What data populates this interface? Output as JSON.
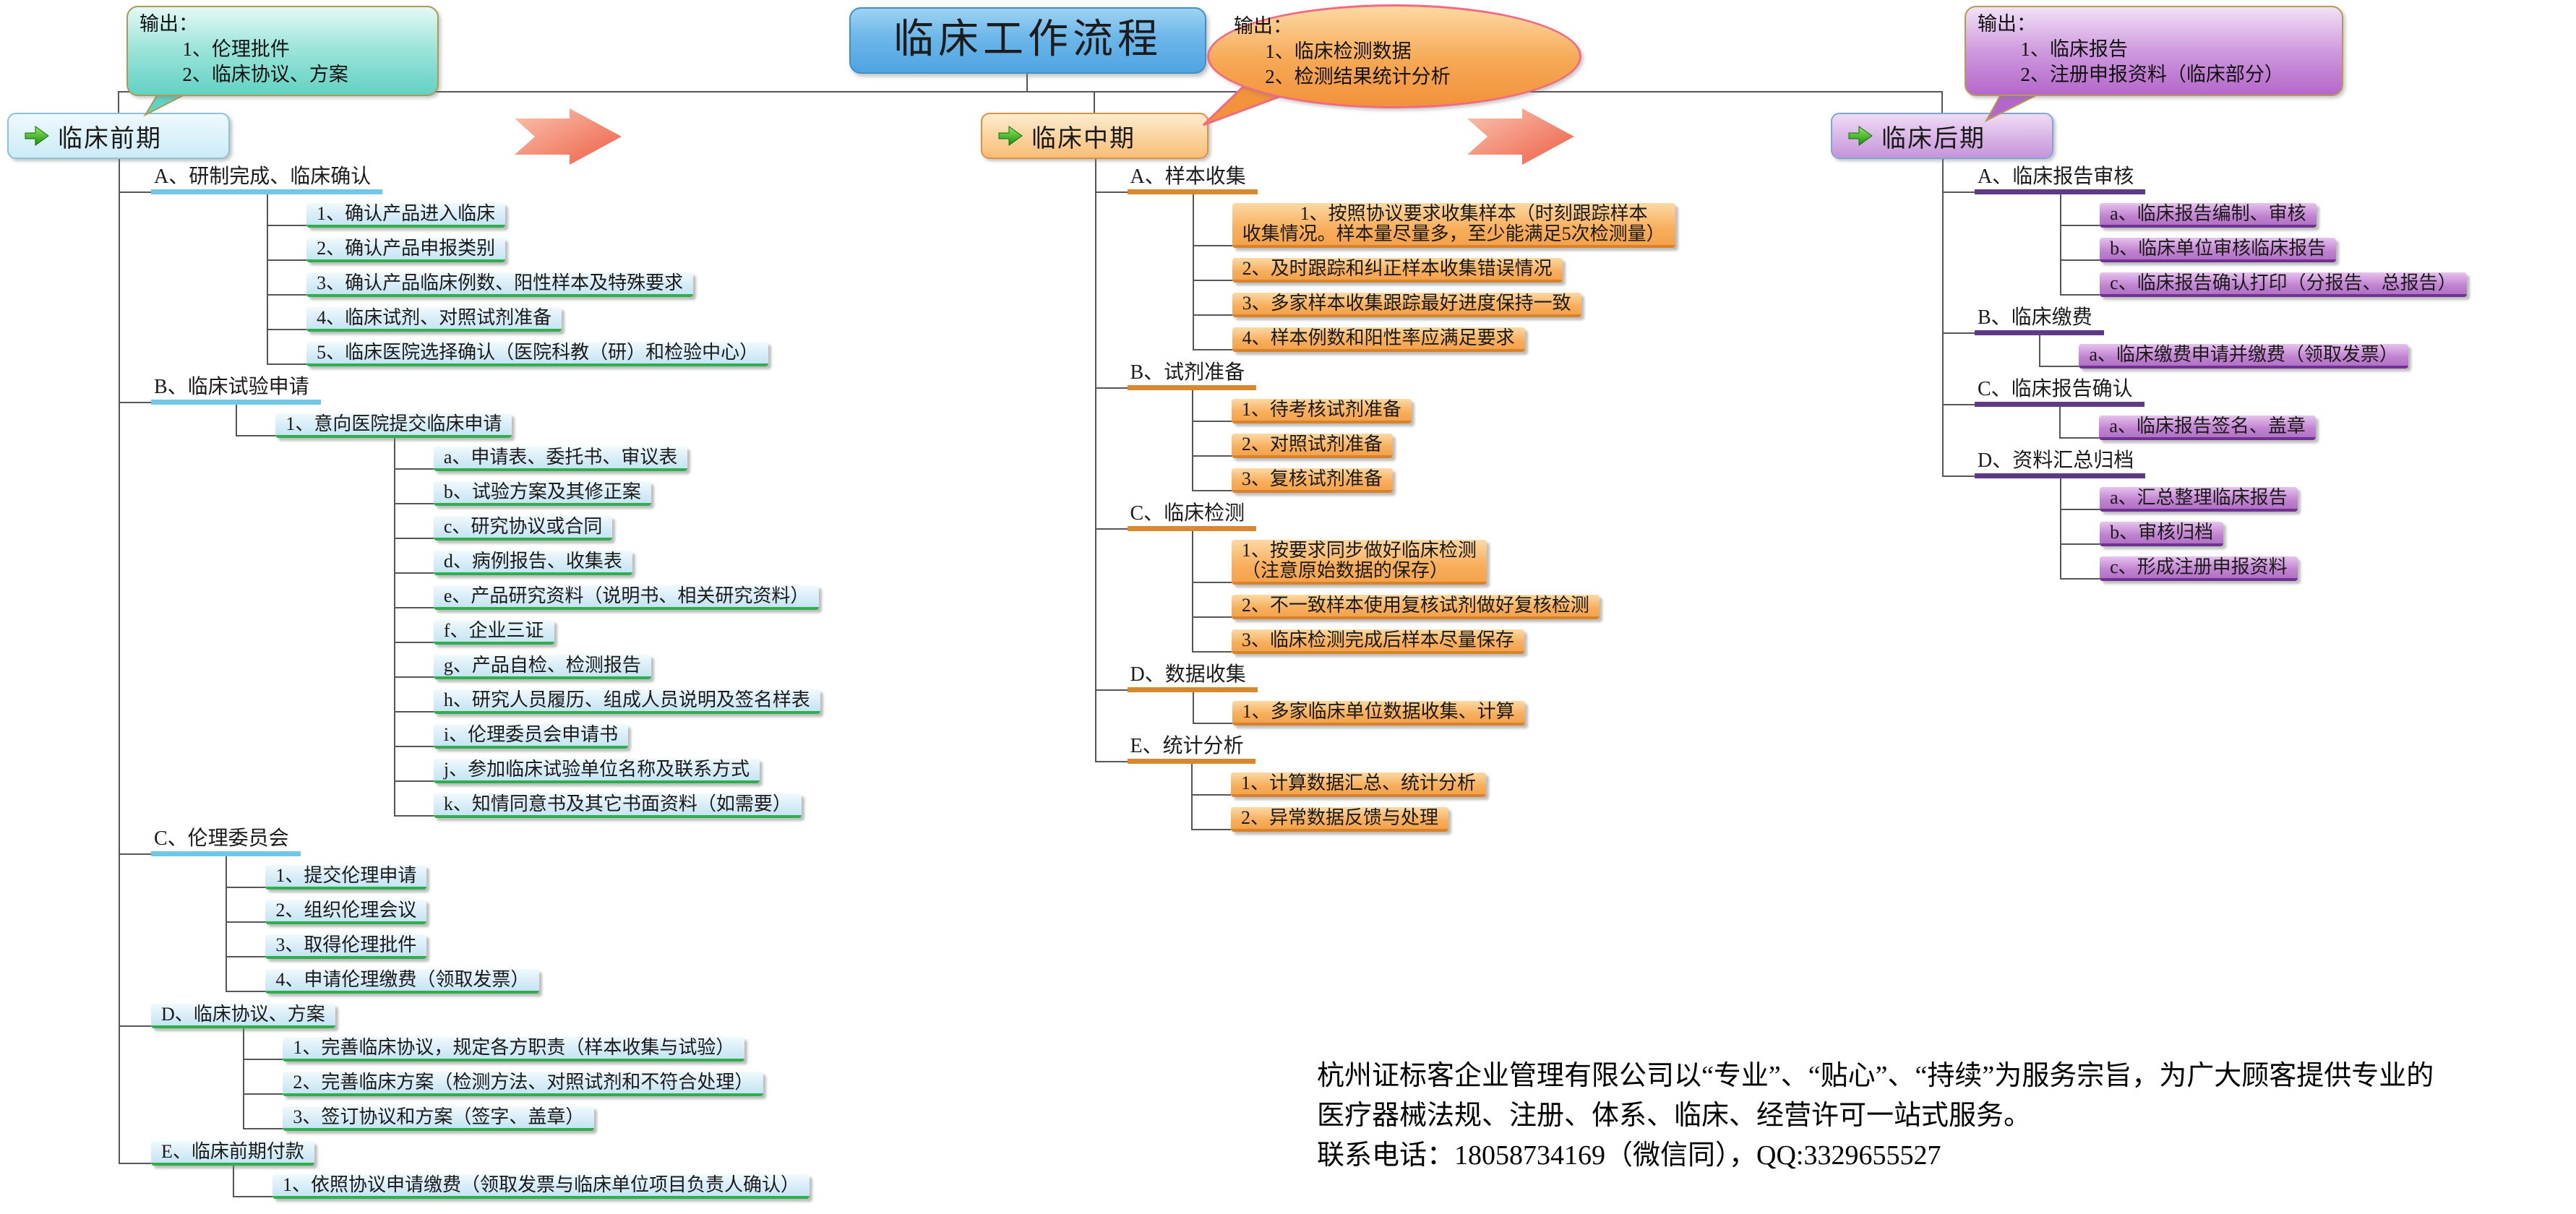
{
  "title": "临床工作流程",
  "palette": {
    "pre_accent": "#72c7e7",
    "pre_box_green": "#2fae4e",
    "mid_accent": "#f5a24b",
    "mid_underline": "#d8892f",
    "post_accent": "#b172c6",
    "post_underline": "#5e3a85",
    "title_blue": "#4fa5e1",
    "flow_arrow_red": "#ed624b",
    "callout_teal": "#62d2c4",
    "callout_orange": "#f2923b",
    "callout_purple": "#b467ca"
  },
  "icons": {
    "phase_bullet": "green-arrow-icon",
    "transition": "red-flow-arrow-icon"
  },
  "callouts": {
    "pre": {
      "title": "输出：",
      "items": [
        "1、伦理批件",
        "2、临床协议、方案"
      ]
    },
    "mid": {
      "title": "输出：",
      "items": [
        "1、临床检测数据",
        "2、检测结果统计分析"
      ]
    },
    "post": {
      "title": "输出：",
      "items": [
        "1、临床报告",
        "2、注册申报资料（临床部分）"
      ]
    }
  },
  "phases": [
    {
      "id": "pre",
      "label": "临床前期",
      "sections": [
        {
          "t": "A、研制完成、临床确认",
          "kind": "sec",
          "children": [
            "1、确认产品进入临床",
            "2、确认产品申报类别",
            "3、确认产品临床例数、阳性样本及特殊要求",
            "4、临床试剂、对照试剂准备",
            "5、临床医院选择确认（医院科教（研）和检验中心）"
          ]
        },
        {
          "t": "B、临床试验申请",
          "kind": "sec",
          "children": [
            {
              "t": "1、意向医院提交临床申请",
              "children": [
                "a、申请表、委托书、审议表",
                "b、试验方案及其修正案",
                "c、研究协议或合同",
                "d、病例报告、收集表",
                "e、产品研究资料（说明书、相关研究资料）",
                "f、企业三证",
                "g、产品自检、检测报告",
                "h、研究人员履历、组成人员说明及签名样表",
                "i、伦理委员会申请书",
                "j、参加临床试验单位名称及联系方式",
                "k、知情同意书及其它书面资料（如需要）"
              ]
            }
          ]
        },
        {
          "t": "C、伦理委员会",
          "kind": "sec",
          "children": [
            "1、提交伦理申请",
            "2、组织伦理会议",
            "3、取得伦理批件",
            "4、申请伦理缴费（领取发票）"
          ]
        },
        {
          "t": "D、临床协议、方案",
          "kind": "box",
          "children": [
            "1、完善临床协议，规定各方职责（样本收集与试验）",
            "2、完善临床方案（检测方法、对照试剂和不符合处理）",
            "3、签订协议和方案（签字、盖章）"
          ]
        },
        {
          "t": "E、临床前期付款",
          "kind": "box",
          "children": [
            "1、依照协议申请缴费（领取发票与临床单位项目负责人确认）"
          ]
        }
      ]
    },
    {
      "id": "mid",
      "label": "临床中期",
      "sections": [
        {
          "t": "A、样本收集",
          "kind": "sec",
          "children": [
            {
              "t": "1、按照协议要求收集样本（时刻跟踪样本\n收集情况。样本量尽量多，至少能满足5次检测量）",
              "indent": true
            },
            "2、及时跟踪和纠正样本收集错误情况",
            "3、多家样本收集跟踪最好进度保持一致",
            "4、样本例数和阳性率应满足要求"
          ]
        },
        {
          "t": "B、试剂准备",
          "kind": "sec",
          "children": [
            "1、待考核试剂准备",
            "2、对照试剂准备",
            "3、复核试剂准备"
          ]
        },
        {
          "t": "C、临床检测",
          "kind": "sec",
          "children": [
            {
              "t": "1、按要求同步做好临床检测\n（注意原始数据的保存）"
            },
            "2、不一致样本使用复核试剂做好复核检测",
            "3、临床检测完成后样本尽量保存"
          ]
        },
        {
          "t": "D、数据收集",
          "kind": "sec",
          "children": [
            "1、多家临床单位数据收集、计算"
          ]
        },
        {
          "t": "E、统计分析",
          "kind": "sec",
          "children": [
            "1、计算数据汇总、统计分析",
            "2、异常数据反馈与处理"
          ]
        }
      ]
    },
    {
      "id": "post",
      "label": "临床后期",
      "sections": [
        {
          "t": "A、临床报告审核",
          "kind": "sec",
          "children": [
            "a、临床报告编制、审核",
            "b、临床单位审核临床报告",
            "c、临床报告确认打印（分报告、总报告）"
          ]
        },
        {
          "t": "B、临床缴费",
          "kind": "sec",
          "children": [
            "a、临床缴费申请并缴费（领取发票）"
          ]
        },
        {
          "t": "C、临床报告确认",
          "kind": "sec",
          "children": [
            "a、临床报告签名、盖章"
          ]
        },
        {
          "t": "D、资料汇总归档",
          "kind": "sec",
          "children": [
            "a、汇总整理临床报告",
            "b、审核归档",
            "c、形成注册申报资料"
          ]
        }
      ]
    }
  ],
  "footer": {
    "lines": [
      "杭州证标客企业管理有限公司以“专业”、“贴心”、“持续”为服务宗旨，为广大顾客提供专业的",
      "医疗器械法规、注册、体系、临床、经营许可一站式服务。",
      "联系电话：18058734169（微信同），QQ:3329655527"
    ]
  }
}
